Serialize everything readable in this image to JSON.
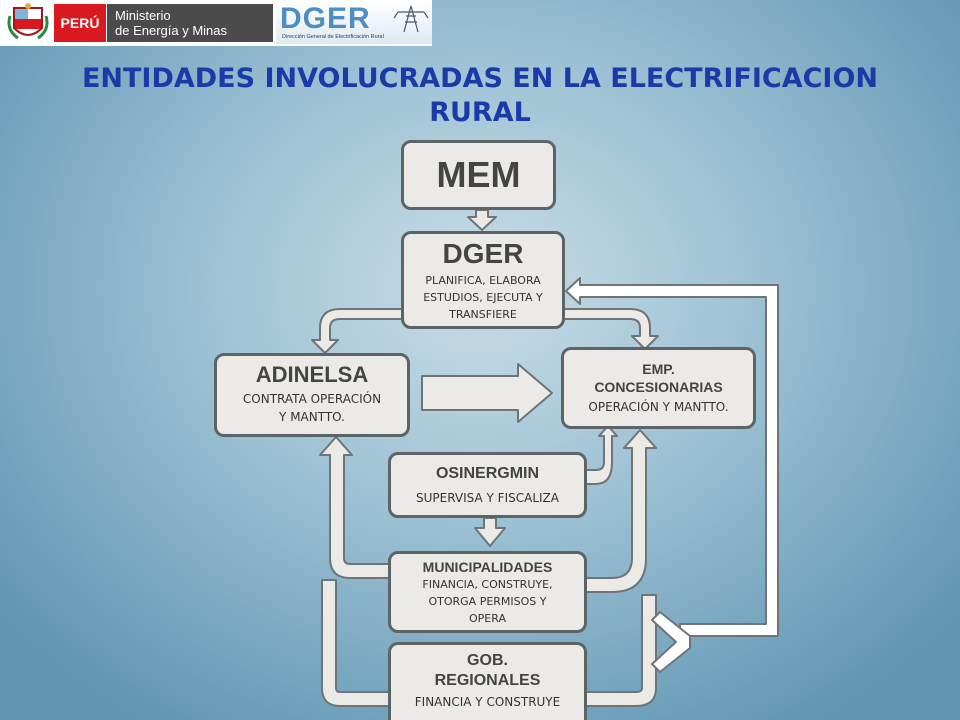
{
  "header": {
    "country": "PERÚ",
    "ministry_line1": "Ministerio",
    "ministry_line2": "de Energía y Minas",
    "logo_text": "DGER",
    "logo_subtitle": "Dirección General de Electrificación Rural"
  },
  "title": {
    "line1": "ENTIDADES INVOLUCRADAS EN LA ELECTRIFICACION",
    "line2": "RURAL"
  },
  "nodes": {
    "mem": {
      "name": "MEM"
    },
    "dger": {
      "name": "DGER",
      "desc": [
        "PLANIFICA, ELABORA",
        "ESTUDIOS, EJECUTA Y",
        "TRANSFIERE"
      ]
    },
    "adinelsa": {
      "name": "ADINELSA",
      "desc": [
        "CONTRATA OPERACIÓN",
        "Y MANTTO."
      ]
    },
    "emp": {
      "name_line1": "EMP.",
      "name_line2": "CONCESIONARIAS",
      "desc": "OPERACIÓN Y MANTTO."
    },
    "osinergmin": {
      "name": "OSINERGMIN",
      "desc": "SUPERVISA Y FISCALIZA"
    },
    "municipalidades": {
      "name": "MUNICIPALIDADES",
      "desc": [
        "FINANCIA, CONSTRUYE,",
        "OTORGA PERMISOS Y",
        "OPERA"
      ]
    },
    "gob": {
      "name_line1": "GOB.",
      "name_line2": "REGIONALES",
      "desc": "FINANCIA Y CONSTRUYE"
    }
  },
  "colors": {
    "title": "#1a3aa8",
    "box_fill": "#eceae6",
    "box_border": "#5d6466",
    "arrow_fill": "#eceae6",
    "arrow_stroke": "#6f7476",
    "peru_red": "#d91920"
  }
}
